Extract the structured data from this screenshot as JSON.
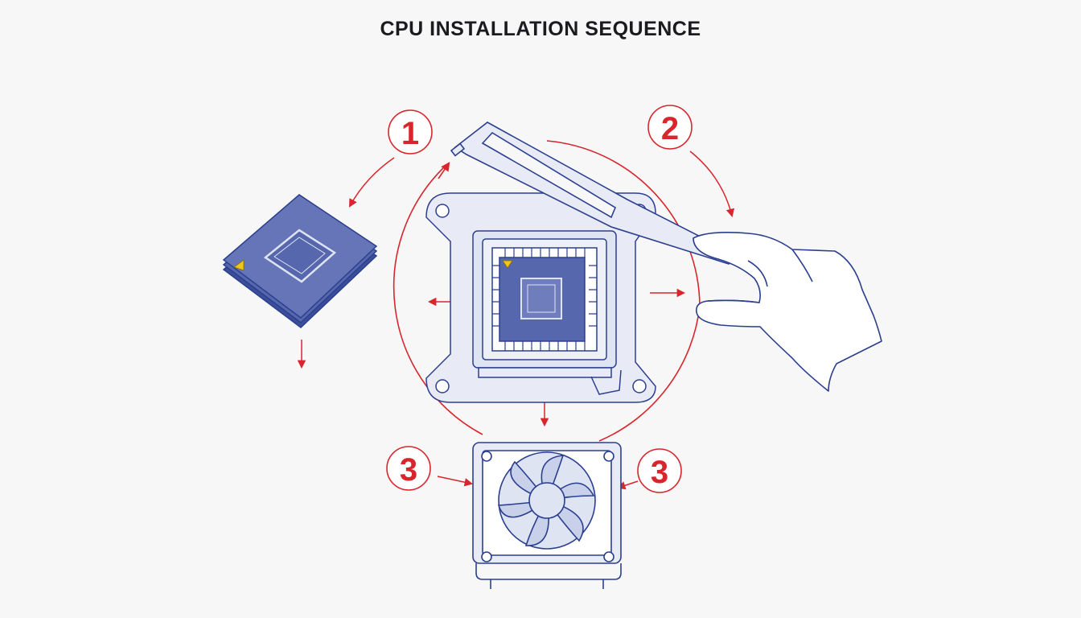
{
  "title": "CPU INSTALLATION SEQUENCE",
  "steps": [
    {
      "id": "step-1",
      "label": "1"
    },
    {
      "id": "step-2",
      "label": "2"
    },
    {
      "id": "step-3-left",
      "label": "3"
    },
    {
      "id": "step-3-right",
      "label": "3"
    }
  ],
  "colors": {
    "line": "#2b3f8f",
    "fill_light": "#dfe4f3",
    "chip_fill": "#5767ad",
    "accent_red": "#d8262c",
    "marker_yellow": "#f0c419",
    "background": "#f7f7f8"
  },
  "icons": [
    "cpu-chip-icon",
    "cpu-socket-icon",
    "retention-lever-icon",
    "hand-icon",
    "cpu-cooler-fan-icon"
  ]
}
